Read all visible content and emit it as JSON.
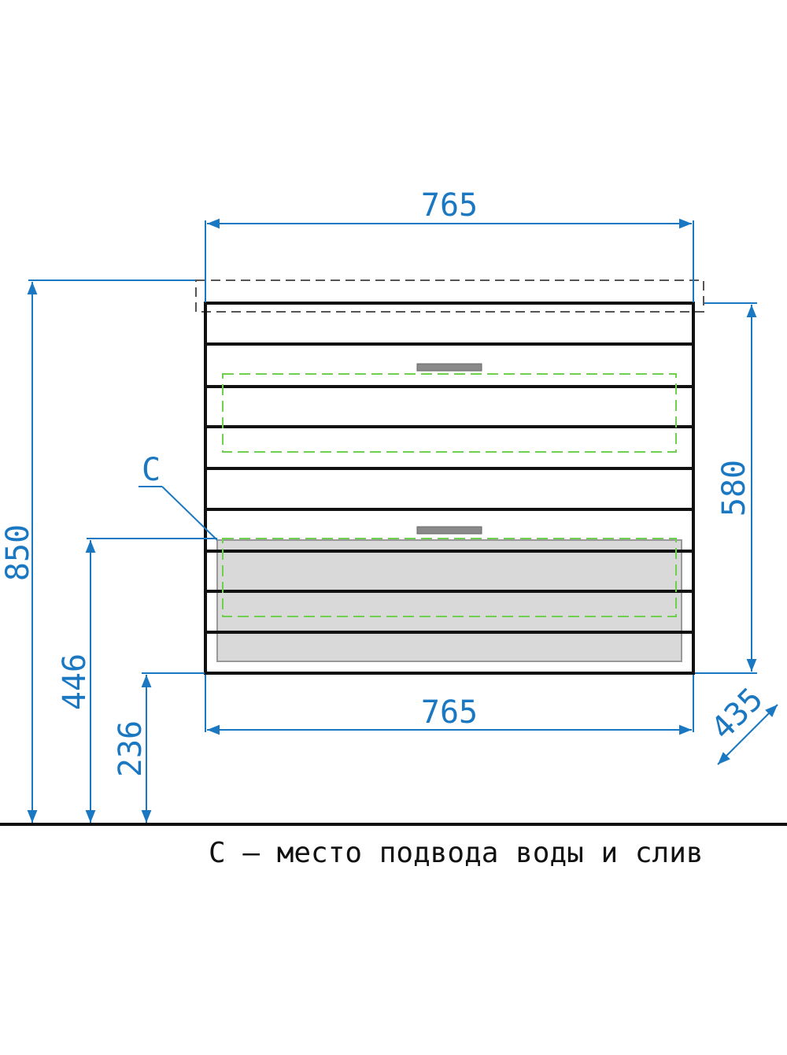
{
  "dimensions": {
    "width_top": "765",
    "width_bottom": "765",
    "total_height": "850",
    "cabinet_height": "580",
    "connection_height": "446",
    "bottom_clearance": "236",
    "depth": "435"
  },
  "callout": {
    "letter": "C"
  },
  "legend": {
    "text": "С – место подвода воды и слив"
  },
  "colors": {
    "dimension": "#1a78c2",
    "outline": "#111111",
    "dashed_outline": "#555555",
    "internal_dashed": "#6fcf4f",
    "handle": "#8a8a8a",
    "connection_zone": "#d9d9d9"
  }
}
